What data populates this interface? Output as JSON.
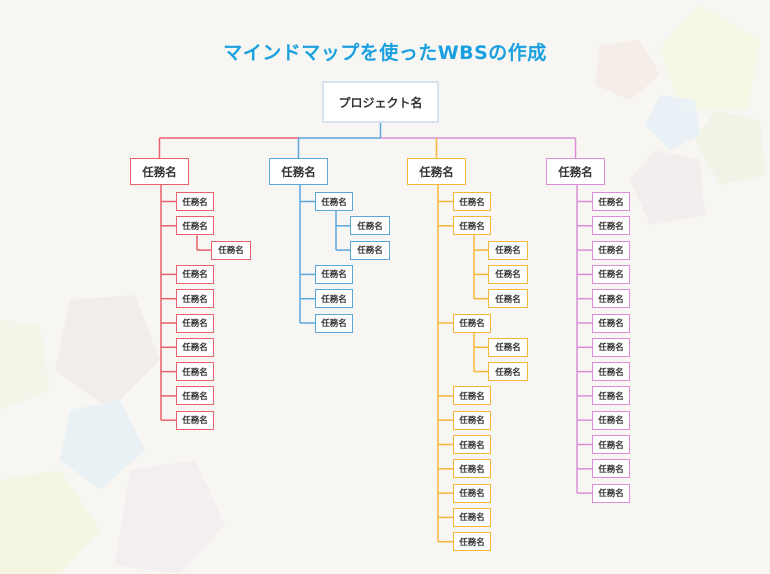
{
  "title": "マインドマップを使ったWBSの作成",
  "root": {
    "label": "プロジェクト名"
  },
  "colors": {
    "red": "#e8616b",
    "blue": "#5aa7de",
    "orange": "#f6b63b",
    "pink": "#dc8fd8",
    "title": "#1aa0e0",
    "root_border": "#d8e2f3"
  },
  "branches": [
    {
      "label": "任務名",
      "color": "red",
      "children": [
        {
          "label": "任務名"
        },
        {
          "label": "任務名",
          "children": [
            {
              "label": "任務名"
            }
          ]
        },
        {
          "label": "任務名"
        },
        {
          "label": "任務名"
        },
        {
          "label": "任務名"
        },
        {
          "label": "任務名"
        },
        {
          "label": "任務名"
        },
        {
          "label": "任務名"
        },
        {
          "label": "任務名"
        }
      ]
    },
    {
      "label": "任務名",
      "color": "blue",
      "children": [
        {
          "label": "任務名",
          "children": [
            {
              "label": "任務名"
            },
            {
              "label": "任務名"
            }
          ]
        },
        {
          "label": "任務名"
        },
        {
          "label": "任務名"
        },
        {
          "label": "任務名"
        }
      ]
    },
    {
      "label": "任務名",
      "color": "orange",
      "children": [
        {
          "label": "任務名"
        },
        {
          "label": "任務名",
          "children": [
            {
              "label": "任務名"
            },
            {
              "label": "任務名"
            },
            {
              "label": "任務名"
            }
          ]
        },
        {
          "label": "任務名",
          "children": [
            {
              "label": "任務名"
            },
            {
              "label": "任務名"
            }
          ]
        },
        {
          "label": "任務名"
        },
        {
          "label": "任務名"
        },
        {
          "label": "任務名"
        },
        {
          "label": "任務名"
        },
        {
          "label": "任務名"
        },
        {
          "label": "任務名"
        },
        {
          "label": "任務名"
        }
      ]
    },
    {
      "label": "任務名",
      "color": "pink",
      "children": [
        {
          "label": "任務名"
        },
        {
          "label": "任務名"
        },
        {
          "label": "任務名"
        },
        {
          "label": "任務名"
        },
        {
          "label": "任務名"
        },
        {
          "label": "任務名"
        },
        {
          "label": "任務名"
        },
        {
          "label": "任務名"
        },
        {
          "label": "任務名"
        },
        {
          "label": "任務名"
        },
        {
          "label": "任務名"
        },
        {
          "label": "任務名"
        },
        {
          "label": "任務名"
        }
      ]
    }
  ]
}
